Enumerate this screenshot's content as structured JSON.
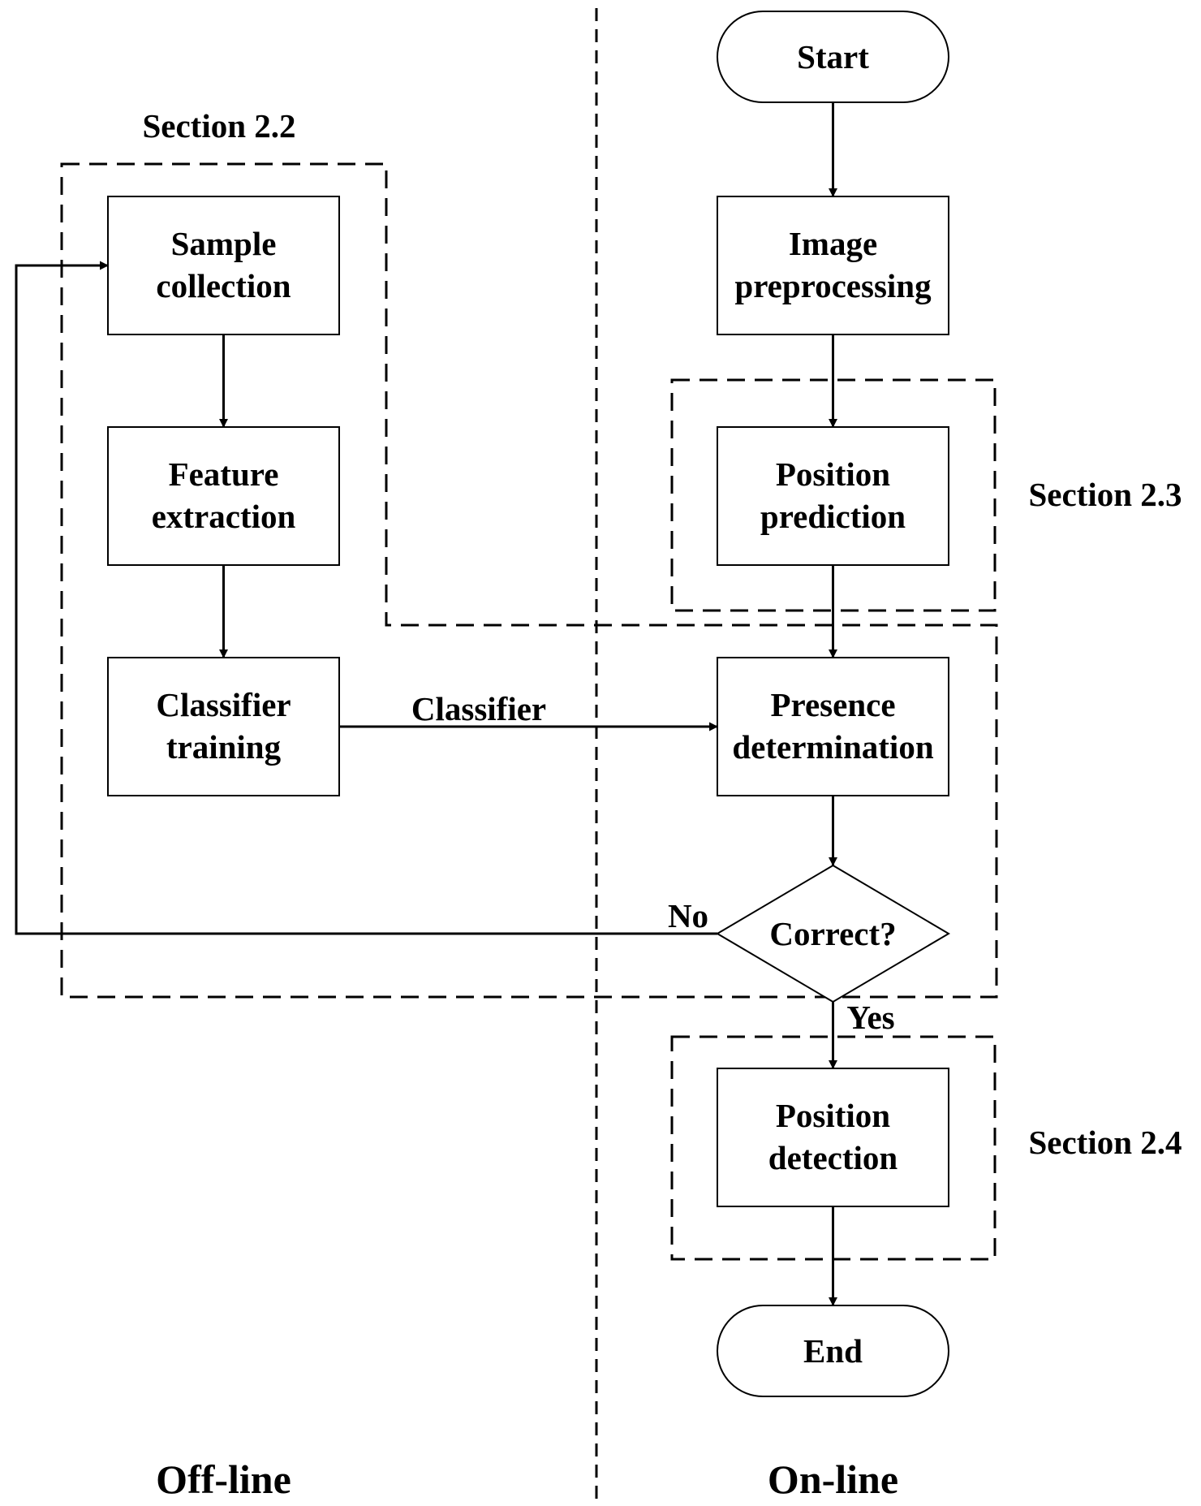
{
  "nodes": {
    "start": "Start",
    "image_preprocessing": [
      "Image",
      "preprocessing"
    ],
    "position_prediction": [
      "Position",
      "prediction"
    ],
    "presence_determination": [
      "Presence",
      "determination"
    ],
    "correct": "Correct?",
    "position_detection": [
      "Position",
      "detection"
    ],
    "end": "End",
    "sample_collection": [
      "Sample",
      "collection"
    ],
    "feature_extraction": [
      "Feature",
      "extraction"
    ],
    "classifier_training": [
      "Classifier",
      "training"
    ]
  },
  "edge_labels": {
    "classifier": "Classifier",
    "no": "No",
    "yes": "Yes"
  },
  "sections": {
    "s22": "Section 2.2",
    "s23": "Section 2.3",
    "s24": "Section 2.4"
  },
  "columns": {
    "offline": "Off-line",
    "online": "On-line"
  }
}
